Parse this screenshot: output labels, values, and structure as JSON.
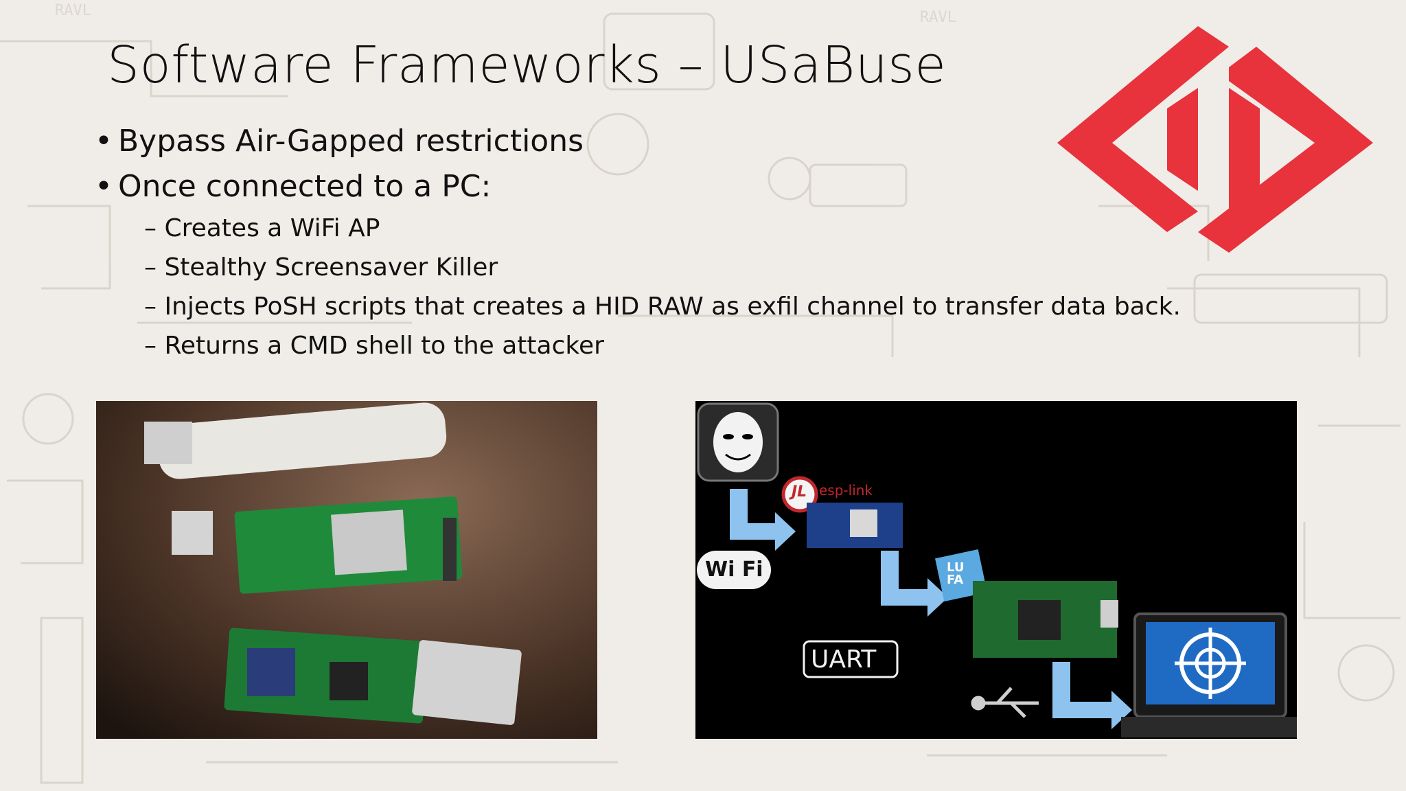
{
  "slide": {
    "title": "Software Frameworks – USaBuse",
    "bullets": [
      "Bypass Air-Gapped restrictions",
      "Once connected to a PC:"
    ],
    "sub_bullets": [
      "– Creates a WiFi AP",
      "– Stealthy Screensaver Killer",
      "– Injects PoSH scripts that creates a HID RAW as exfil channel to transfer data back.",
      "– Returns a CMD shell to the attacker"
    ]
  },
  "diagram": {
    "esp_label": "esp-link",
    "jl_label": "JL",
    "wifi_label": "Wi Fi",
    "uart_label": "UART",
    "lufa_label": "LU FA"
  },
  "colors": {
    "logo_red": "#e8323c",
    "arrow_blue": "#8ec3f0",
    "board_green": "#1f8a3a"
  }
}
